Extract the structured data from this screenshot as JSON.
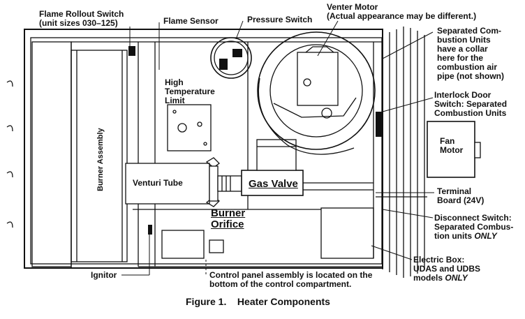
{
  "labels": {
    "flame_rollout": [
      "Flame Rollout Switch",
      "(unit sizes 030–125)"
    ],
    "flame_sensor": "Flame Sensor",
    "pressure_switch": "Pressure Switch",
    "venter_motor": [
      "Venter Motor",
      "(Actual appearance may be different.)"
    ],
    "separated_collar": [
      "Separated Com-",
      "bustion Units",
      "have a collar",
      "here for the",
      "combustion air",
      "pipe (not shown)"
    ],
    "interlock_switch": [
      "Interlock Door",
      "Switch: Separated",
      "Combustion Units"
    ],
    "high_temp_limit": [
      "High",
      "Temperature",
      "Limit"
    ],
    "fan_motor": [
      "Fan",
      "Motor"
    ],
    "burner_assembly": "Burner Assembly",
    "venturi_tube": "Venturi Tube",
    "gas_valve": "Gas Valve",
    "terminal_board": [
      "Terminal",
      "Board (24V)"
    ],
    "burner_orifice": [
      "Burner",
      "Orifice"
    ],
    "disconnect_switch": [
      "Disconnect Switch:",
      "Separated Combus-",
      "tion units",
      "ONLY"
    ],
    "electric_box": [
      "Electric Box:",
      "UDAS and UDBS",
      "models",
      "ONLY"
    ],
    "ignitor": "Ignitor",
    "control_panel": [
      "Control panel assembly is located on the",
      "bottom of the control compartment."
    ]
  },
  "caption": {
    "figure": "Figure 1.",
    "title": "Heater Components"
  }
}
